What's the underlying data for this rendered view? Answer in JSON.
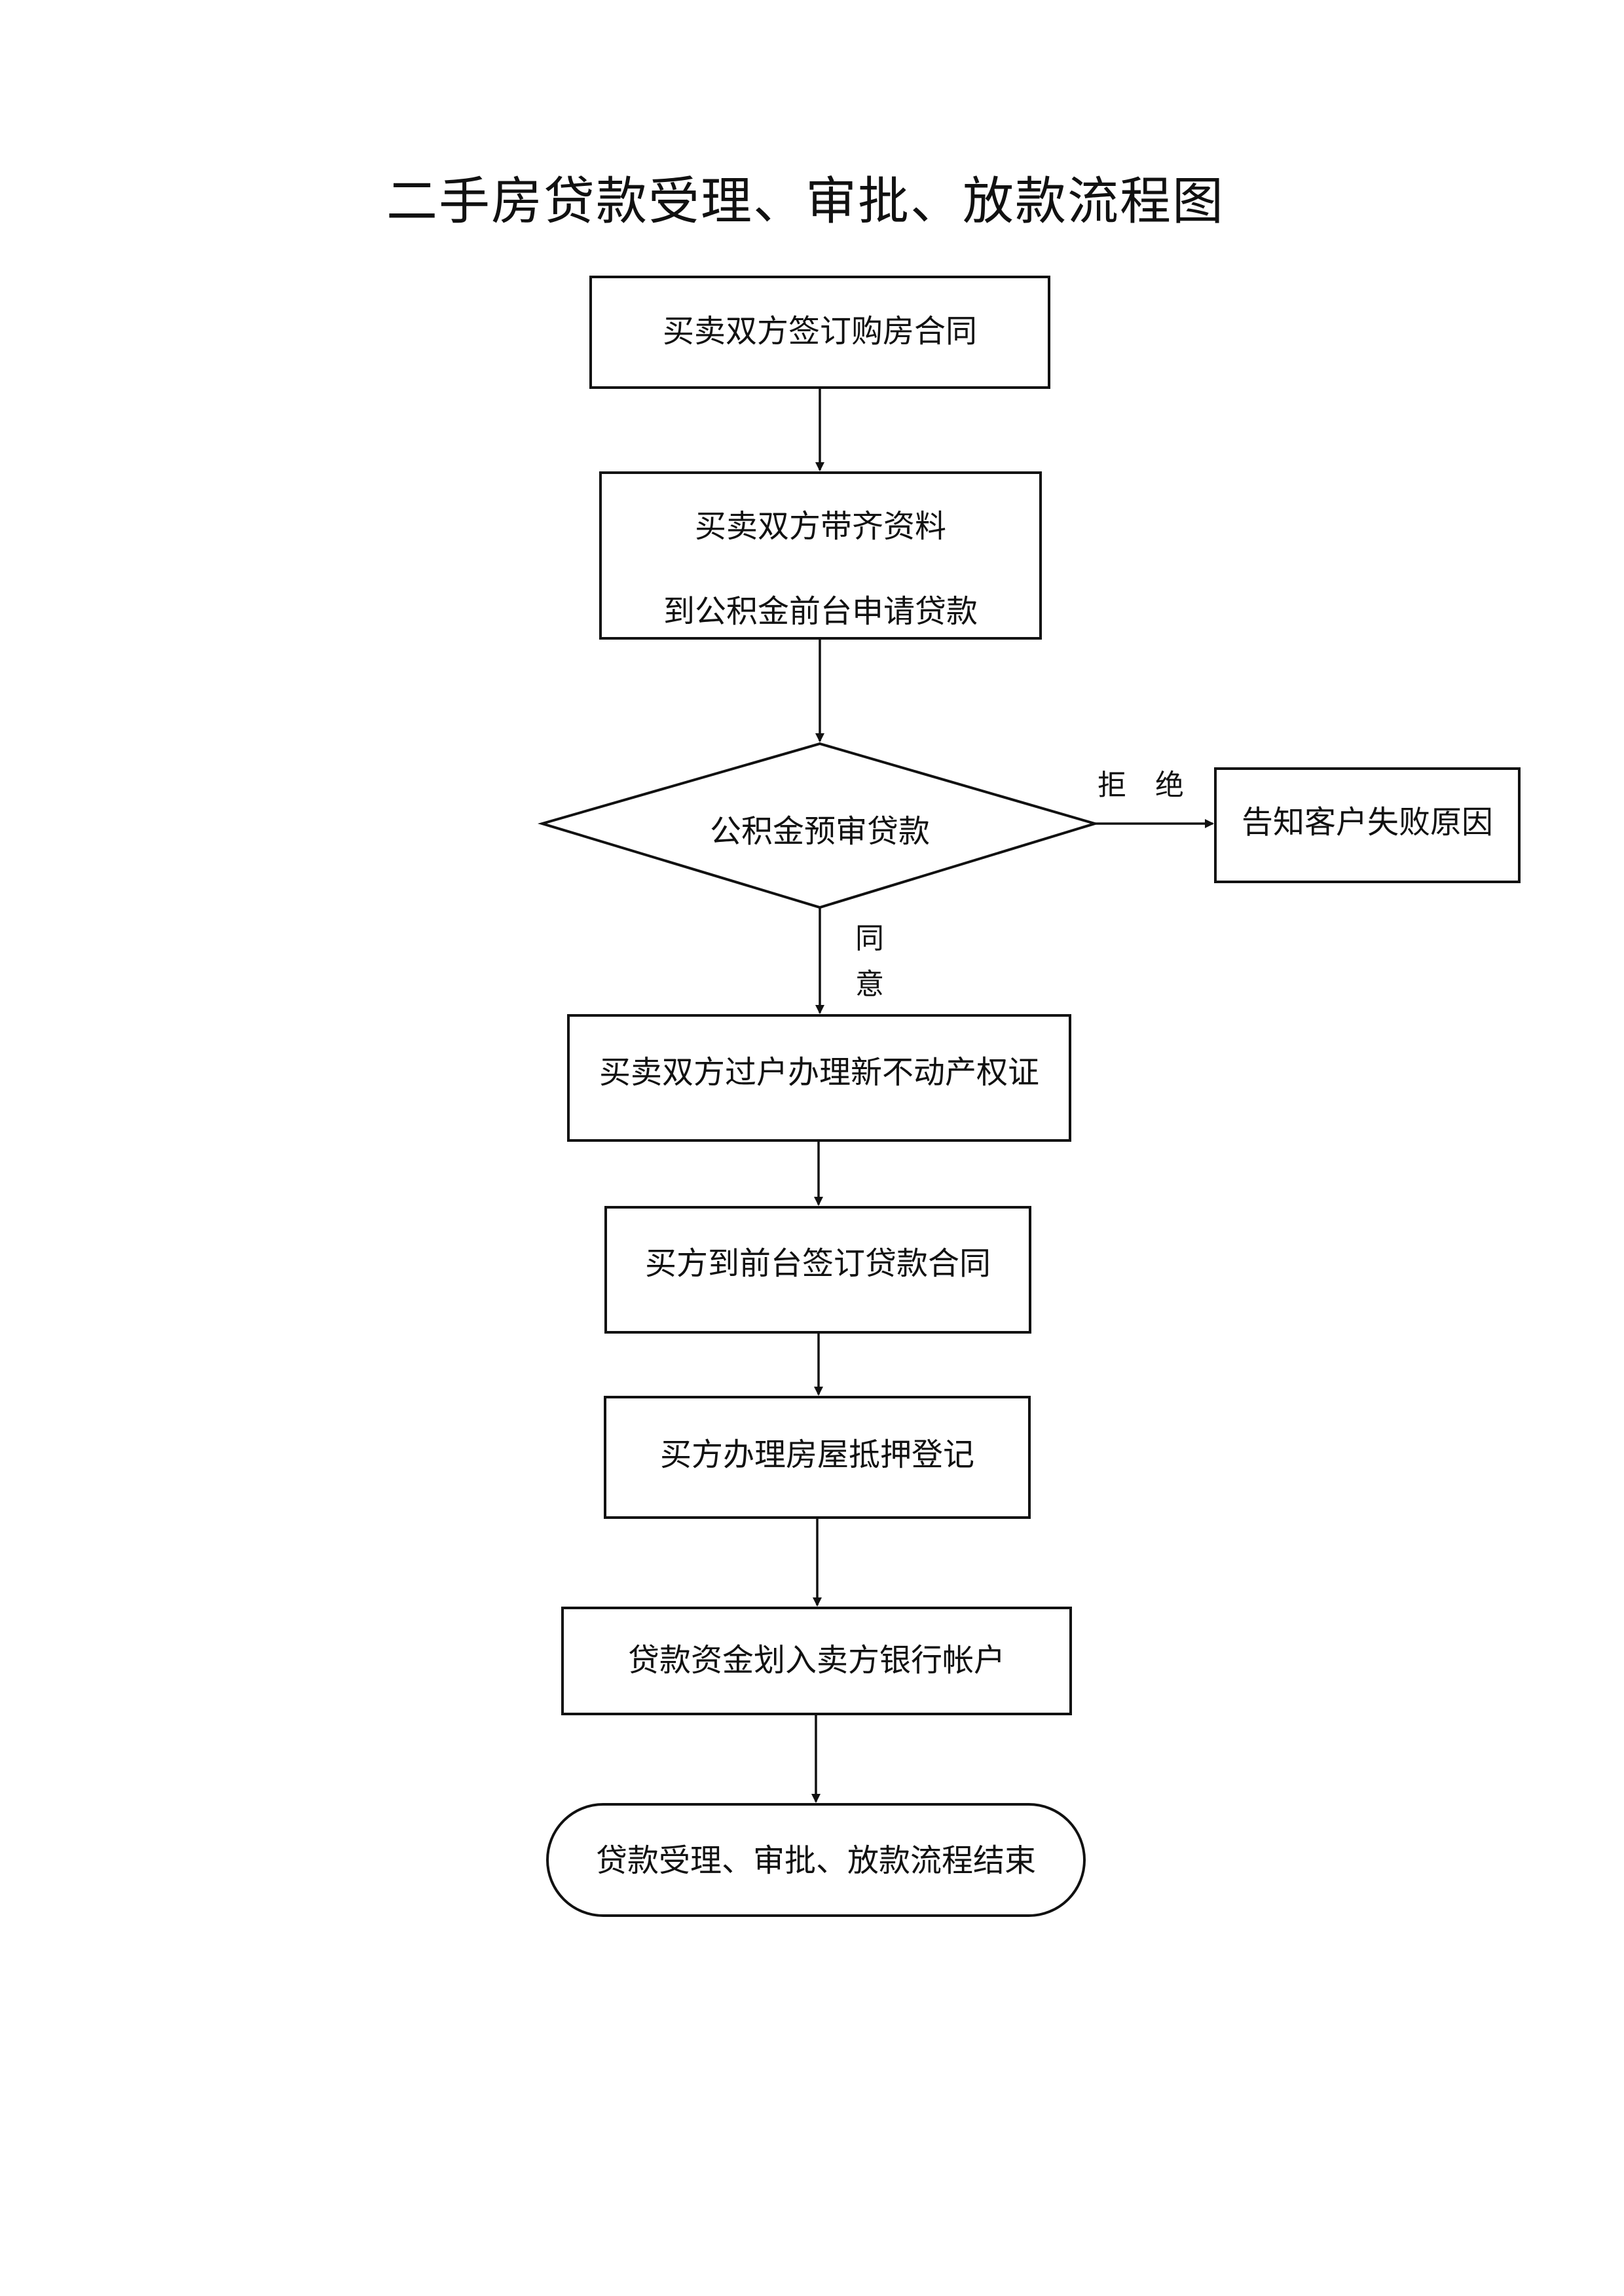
{
  "title": "二手房贷款受理、审批、放款流程图",
  "nodes": {
    "sign_contract": "买卖双方签订购房合同",
    "apply_line1": "买卖双方带齐资料",
    "apply_line2": "到公积金前台申请贷款",
    "pre_review": "公积金预审贷款",
    "notify_failure": "告知客户失败原因",
    "transfer_title": "买卖双方过户办理新不动产权证",
    "sign_loan": "买方到前台签订贷款合同",
    "mortgage_reg": "买方办理房屋抵押登记",
    "disburse": "贷款资金划入卖方银行帐户",
    "end": "贷款受理、审批、放款流程结束"
  },
  "edges": {
    "reject_label": "拒　绝",
    "agree_line1": "同",
    "agree_line2": "意"
  }
}
